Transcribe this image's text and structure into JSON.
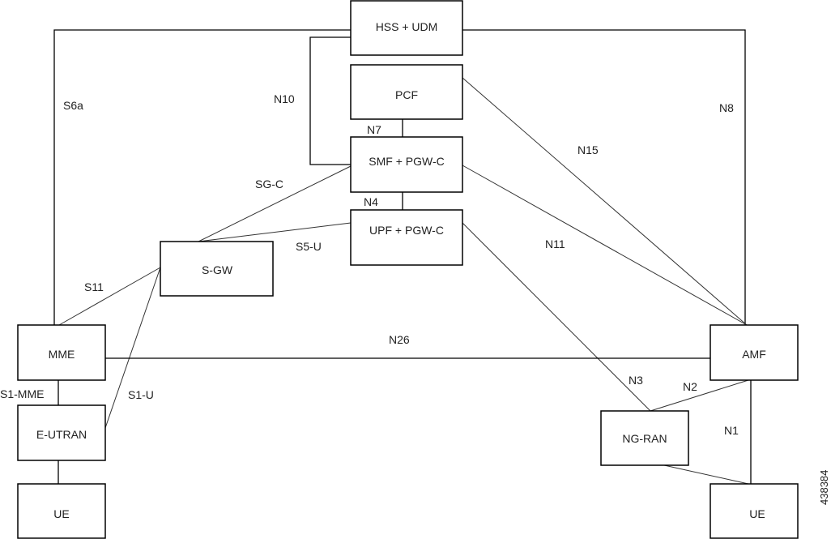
{
  "diagram": {
    "title": "5G and 4G interworking architecture",
    "nodes": {
      "hss_udm": "HSS + UDM",
      "pcf": "PCF",
      "smf_pgwc": "SMF + PGW-C",
      "upf_pgwc": "UPF + PGW-C",
      "sgw": "S-GW",
      "mme": "MME",
      "eutran": "E-UTRAN",
      "ue_left": "UE",
      "amf": "AMF",
      "ngran": "NG-RAN",
      "ue_right": "UE"
    },
    "interfaces": {
      "s6a": "S6a",
      "n8": "N8",
      "n10": "N10",
      "n7": "N7",
      "n15": "N15",
      "sgc": "SG-C",
      "n4": "N4",
      "s5u": "S5-U",
      "n11": "N11",
      "s11": "S11",
      "n26": "N26",
      "s1mme": "S1-MME",
      "s1u": "S1-U",
      "n3": "N3",
      "n2": "N2",
      "n1": "N1"
    },
    "figure_id": "438384"
  }
}
